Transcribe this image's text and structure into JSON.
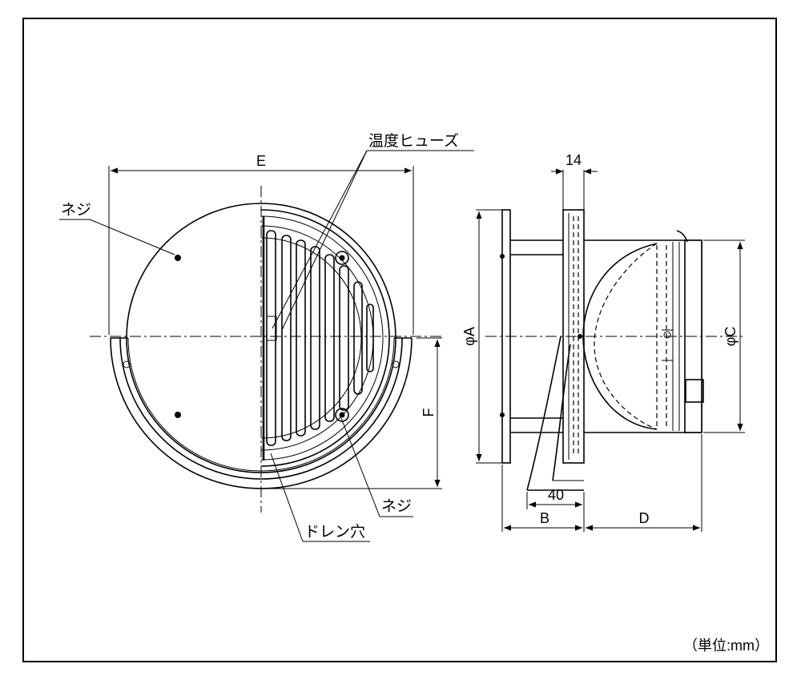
{
  "labels": {
    "dim_e": "E",
    "dim_f": "F",
    "dim_phi_a": "φA",
    "dim_phi_c": "φC",
    "dim_b": "B",
    "dim_d": "D",
    "dim_14": "14",
    "dim_40": "40",
    "callout_fuse": "温度ヒューズ",
    "callout_screw_top": "ネジ",
    "callout_screw_bottom": "ネジ",
    "callout_drain": "ドレン穴",
    "unit_note": "（単位:mm）"
  }
}
